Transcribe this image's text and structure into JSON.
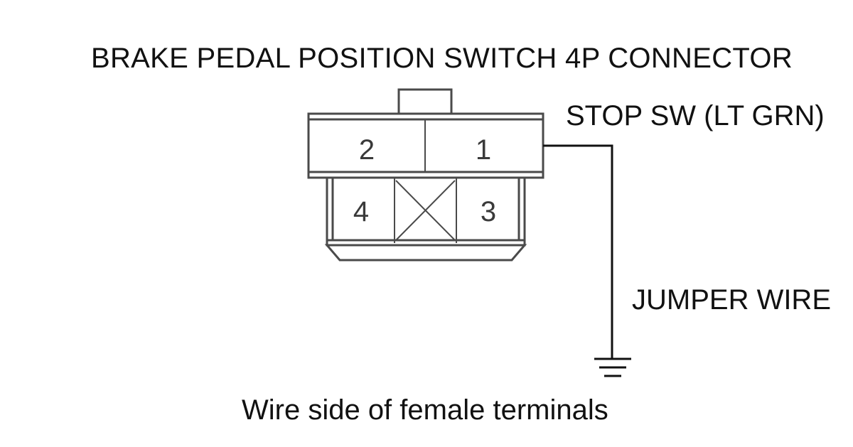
{
  "title": "BRAKE PEDAL POSITION SWITCH 4P CONNECTOR",
  "connector": {
    "terminals": [
      {
        "number": "1",
        "wire": "STOP SW (LT GRN)"
      },
      {
        "number": "2"
      },
      {
        "number": "3"
      },
      {
        "number": "4"
      }
    ]
  },
  "labels": {
    "stop_sw": "STOP SW (LT GRN)",
    "jumper_wire": "JUMPER WIRE"
  },
  "caption": "Wire side of female terminals",
  "icons": [
    "ground-symbol-icon"
  ]
}
